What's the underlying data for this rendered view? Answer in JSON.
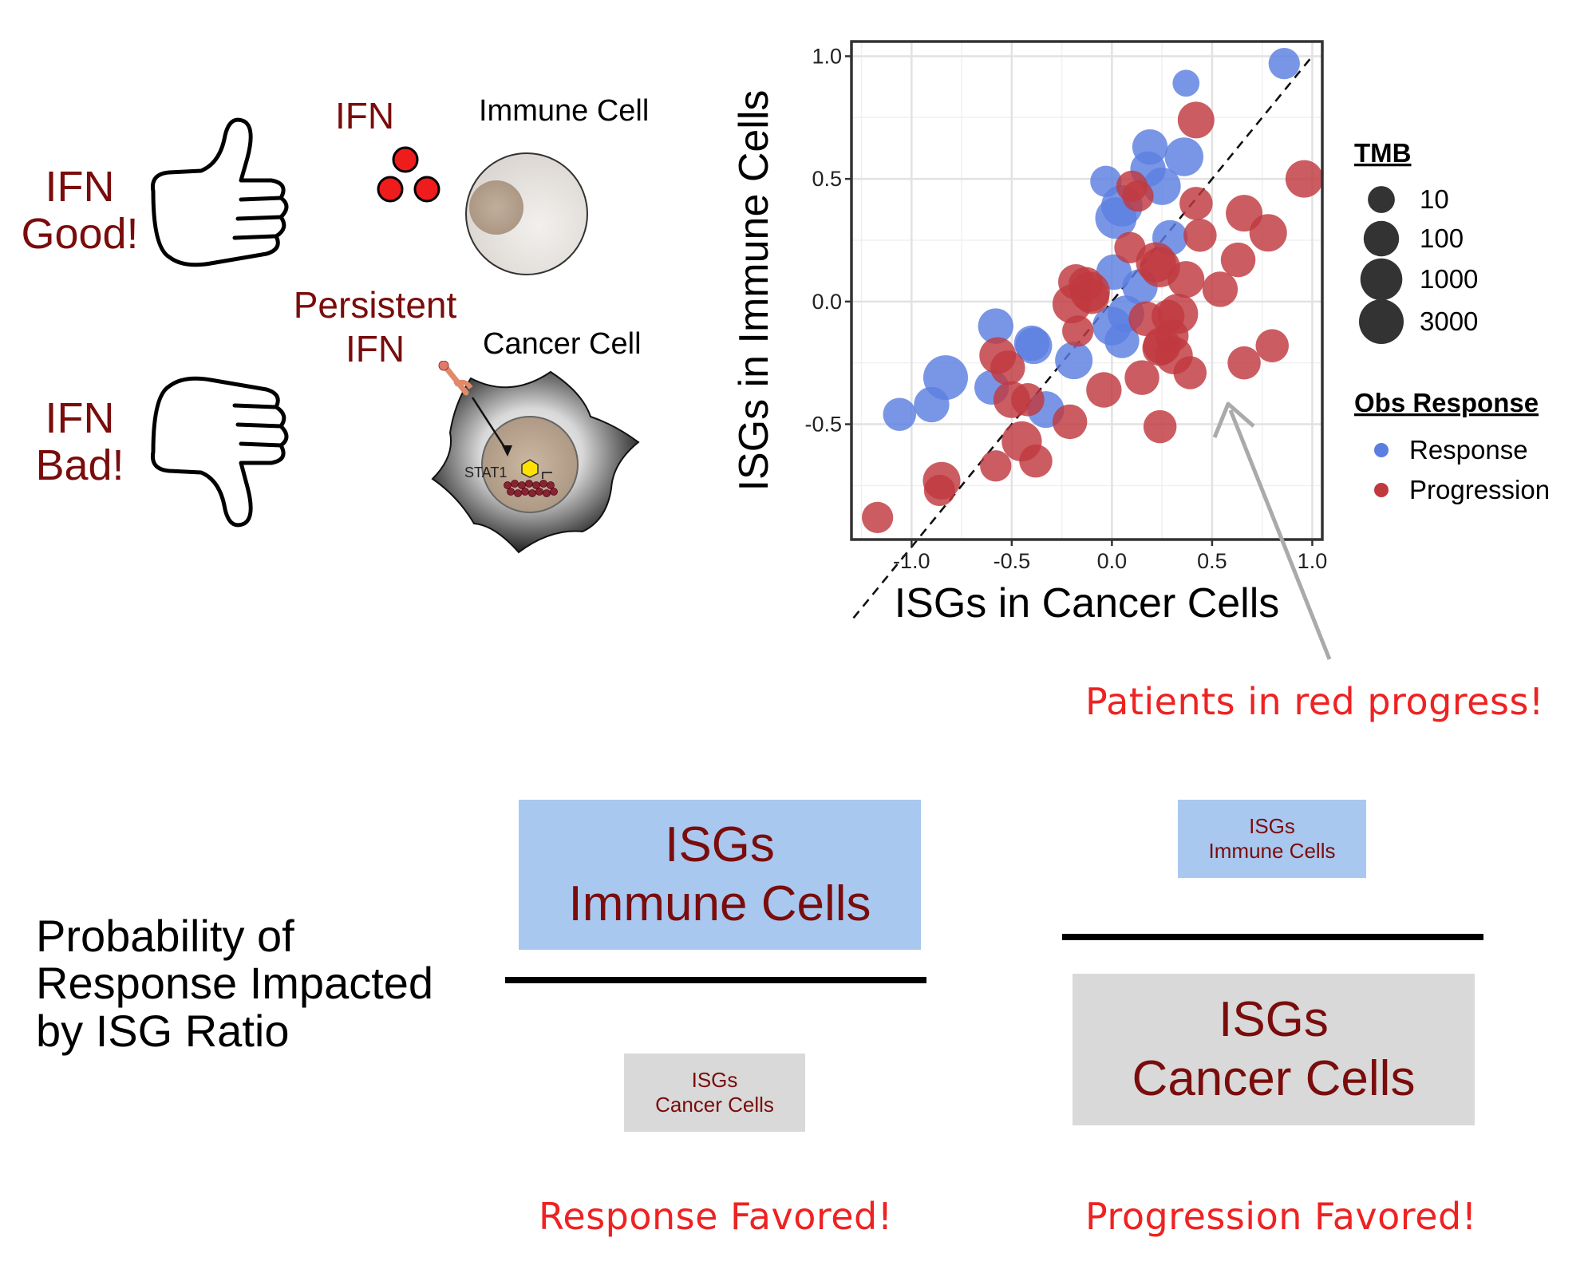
{
  "panel_a": {
    "ifn_good_line1": "IFN",
    "ifn_good_line2": "Good!",
    "ifn_bad_line1": "IFN",
    "ifn_bad_line2": "Bad!",
    "ifn_label": "IFN",
    "immune_cell_label": "Immune Cell",
    "persistent_line1": "Persistent",
    "persistent_line2": "IFN",
    "cancer_cell_label": "Cancer Cell",
    "stat1_label": "STAT1",
    "thumb_up_icon": "thumbs-up-icon",
    "thumb_down_icon": "thumbs-down-icon"
  },
  "annotation": {
    "text": "Patients in red progress!"
  },
  "chart_data": {
    "type": "scatter",
    "xlabel": "ISGs in Cancer Cells",
    "ylabel": "ISGs in Immune Cells",
    "xlim": [
      -1.3,
      1.05
    ],
    "ylim": [
      -0.97,
      1.06
    ],
    "xticks": [
      -1.0,
      -0.5,
      0.0,
      0.5,
      1.0
    ],
    "xtick_labels": [
      "-1.0",
      "-0.5",
      "0.0",
      "0.5",
      "1.0"
    ],
    "yticks": [
      -0.5,
      0.0,
      0.5,
      1.0
    ],
    "ytick_labels": [
      "-0.5",
      "0.0",
      "0.5",
      "1.0"
    ],
    "grid": true,
    "reference_line": "y = x (dashed)",
    "legend_size_title": "TMB",
    "legend_size_entries": [
      {
        "label": "10",
        "tmb": 10
      },
      {
        "label": "100",
        "tmb": 100
      },
      {
        "label": "1000",
        "tmb": 1000
      },
      {
        "label": "3000",
        "tmb": 3000
      }
    ],
    "legend_color_title": "Obs Response",
    "legend_placement": "right",
    "series": [
      {
        "name": "Response",
        "color": "#5b7fe0",
        "points": [
          {
            "x": 0.86,
            "y": 0.97,
            "tmb": 30
          },
          {
            "x": 0.37,
            "y": 0.89,
            "tmb": 10
          },
          {
            "x": 0.19,
            "y": 0.63,
            "tmb": 100
          },
          {
            "x": 0.36,
            "y": 0.59,
            "tmb": 300
          },
          {
            "x": 0.18,
            "y": 0.54,
            "tmb": 100
          },
          {
            "x": -0.03,
            "y": 0.49,
            "tmb": 30
          },
          {
            "x": 0.25,
            "y": 0.47,
            "tmb": 200
          },
          {
            "x": 0.05,
            "y": 0.39,
            "tmb": 800
          },
          {
            "x": 0.02,
            "y": 0.34,
            "tmb": 800
          },
          {
            "x": 0.29,
            "y": 0.26,
            "tmb": 100
          },
          {
            "x": 0.01,
            "y": 0.12,
            "tmb": 100
          },
          {
            "x": 0.14,
            "y": 0.06,
            "tmb": 100
          },
          {
            "x": 0.07,
            "y": -0.05,
            "tmb": 150
          },
          {
            "x": 0.0,
            "y": -0.1,
            "tmb": 300
          },
          {
            "x": -0.58,
            "y": -0.1,
            "tmb": 100
          },
          {
            "x": 0.05,
            "y": -0.16,
            "tmb": 80
          },
          {
            "x": -0.39,
            "y": -0.18,
            "tmb": 150
          },
          {
            "x": -0.4,
            "y": -0.17,
            "tmb": 100
          },
          {
            "x": -0.19,
            "y": -0.24,
            "tmb": 200
          },
          {
            "x": -0.83,
            "y": -0.31,
            "tmb": 3000
          },
          {
            "x": -0.6,
            "y": -0.35,
            "tmb": 80
          },
          {
            "x": -0.33,
            "y": -0.44,
            "tmb": 150
          },
          {
            "x": -0.9,
            "y": -0.42,
            "tmb": 100
          },
          {
            "x": -1.06,
            "y": -0.46,
            "tmb": 50
          }
        ]
      },
      {
        "name": "Progression",
        "color": "#c0393f",
        "points": [
          {
            "x": 0.42,
            "y": 0.74,
            "tmb": 150
          },
          {
            "x": 0.96,
            "y": 0.5,
            "tmb": 200
          },
          {
            "x": 0.1,
            "y": 0.47,
            "tmb": 30
          },
          {
            "x": 0.13,
            "y": 0.43,
            "tmb": 30
          },
          {
            "x": 0.42,
            "y": 0.4,
            "tmb": 50
          },
          {
            "x": 0.66,
            "y": 0.36,
            "tmb": 150
          },
          {
            "x": 0.44,
            "y": 0.27,
            "tmb": 50
          },
          {
            "x": 0.78,
            "y": 0.28,
            "tmb": 200
          },
          {
            "x": 0.09,
            "y": 0.22,
            "tmb": 30
          },
          {
            "x": 0.22,
            "y": 0.16,
            "tmb": 500
          },
          {
            "x": 0.24,
            "y": 0.14,
            "tmb": 500
          },
          {
            "x": 0.63,
            "y": 0.17,
            "tmb": 80
          },
          {
            "x": 0.37,
            "y": 0.09,
            "tmb": 150
          },
          {
            "x": 0.54,
            "y": 0.05,
            "tmb": 100
          },
          {
            "x": -0.18,
            "y": 0.08,
            "tmb": 100
          },
          {
            "x": -0.13,
            "y": 0.07,
            "tmb": 80
          },
          {
            "x": -0.1,
            "y": 0.02,
            "tmb": 80
          },
          {
            "x": -0.11,
            "y": 0.04,
            "tmb": 500
          },
          {
            "x": -0.2,
            "y": -0.01,
            "tmb": 300
          },
          {
            "x": 0.33,
            "y": -0.05,
            "tmb": 500
          },
          {
            "x": 0.28,
            "y": -0.06,
            "tmb": 50
          },
          {
            "x": 0.17,
            "y": -0.07,
            "tmb": 80
          },
          {
            "x": -0.17,
            "y": -0.12,
            "tmb": 30
          },
          {
            "x": 0.3,
            "y": -0.14,
            "tmb": 50
          },
          {
            "x": 0.25,
            "y": -0.18,
            "tmb": 200
          },
          {
            "x": 0.24,
            "y": -0.19,
            "tmb": 100
          },
          {
            "x": 0.8,
            "y": -0.18,
            "tmb": 50
          },
          {
            "x": 0.31,
            "y": -0.22,
            "tmb": 200
          },
          {
            "x": -0.57,
            "y": -0.22,
            "tmb": 150
          },
          {
            "x": -0.52,
            "y": -0.27,
            "tmb": 80
          },
          {
            "x": 0.39,
            "y": -0.29,
            "tmb": 50
          },
          {
            "x": 0.66,
            "y": -0.25,
            "tmb": 50
          },
          {
            "x": 0.15,
            "y": -0.31,
            "tmb": 80
          },
          {
            "x": -0.04,
            "y": -0.36,
            "tmb": 100
          },
          {
            "x": -0.5,
            "y": -0.4,
            "tmb": 150
          },
          {
            "x": -0.42,
            "y": -0.4,
            "tmb": 50
          },
          {
            "x": -0.21,
            "y": -0.49,
            "tmb": 80
          },
          {
            "x": 0.24,
            "y": -0.51,
            "tmb": 50
          },
          {
            "x": -0.45,
            "y": -0.57,
            "tmb": 500
          },
          {
            "x": -0.38,
            "y": -0.65,
            "tmb": 50
          },
          {
            "x": -0.58,
            "y": -0.67,
            "tmb": 30
          },
          {
            "x": -0.85,
            "y": -0.73,
            "tmb": 200
          },
          {
            "x": -0.86,
            "y": -0.77,
            "tmb": 30
          },
          {
            "x": -1.17,
            "y": -0.88,
            "tmb": 30
          }
        ]
      }
    ]
  },
  "bottom": {
    "probability_line1": "Probability of",
    "probability_line2": "Response Impacted",
    "probability_line3": "by ISG Ratio",
    "left_big_line1": "ISGs",
    "left_big_line2": "Immune Cells",
    "left_small_line1": "ISGs",
    "left_small_line2": "Cancer Cells",
    "left_caption": "Response Favored!",
    "right_small_line1": "ISGs",
    "right_small_line2": "Immune Cells",
    "right_big_line1": "ISGs",
    "right_big_line2": "Cancer Cells",
    "right_caption": "Progression Favored!",
    "immune_box_color": "#a9c8ef",
    "cancer_box_color": "#d9d9d9"
  }
}
